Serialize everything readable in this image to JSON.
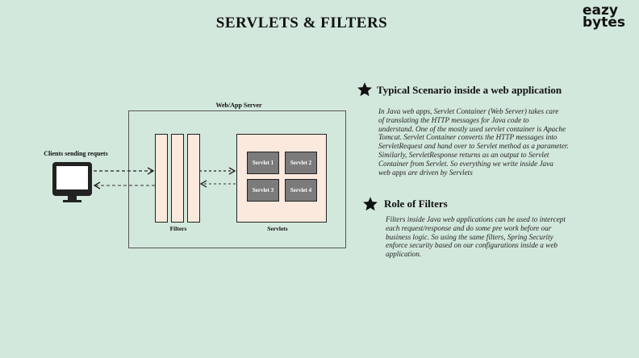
{
  "header": {
    "title": "SERVLETS & FILTERS"
  },
  "logo": {
    "line1": "eazy",
    "line2": "bytes"
  },
  "diagram": {
    "server_label": "Web/App Server",
    "clients_label": "Clients sending requets",
    "filters_label": "Filters",
    "servlets_label": "Servlets",
    "servlets": [
      "Servlet 1",
      "Servlet 2",
      "Servlet 3",
      "Servlet 4"
    ]
  },
  "sections": [
    {
      "heading": "Typical Scenario inside a web application",
      "lines": [
        "In Java web apps, Servlet Container (Web Server) takes care",
        "of  translating the HTTP messages for Java code to",
        "understand. One of  the mostly used servlet container is Apache",
        "Tomcat. Servlet Container converts the HTTP messages into",
        "ServletRequest and hand over to Servlet method as a parameter.",
        "Similarly, ServletResponse returns as an output to Servlet",
        "Container from Servlet. So everything we write inside Java",
        "web apps are driven by Servlets"
      ]
    },
    {
      "heading": "Role of  Filters",
      "lines": [
        "Filters inside Java web applications can be used to intercept",
        "each request/response and do some pre work before our",
        "business logic. So using the same filters, Spring Security",
        "enforce security based on our configurations inside a web",
        "application."
      ]
    }
  ]
}
